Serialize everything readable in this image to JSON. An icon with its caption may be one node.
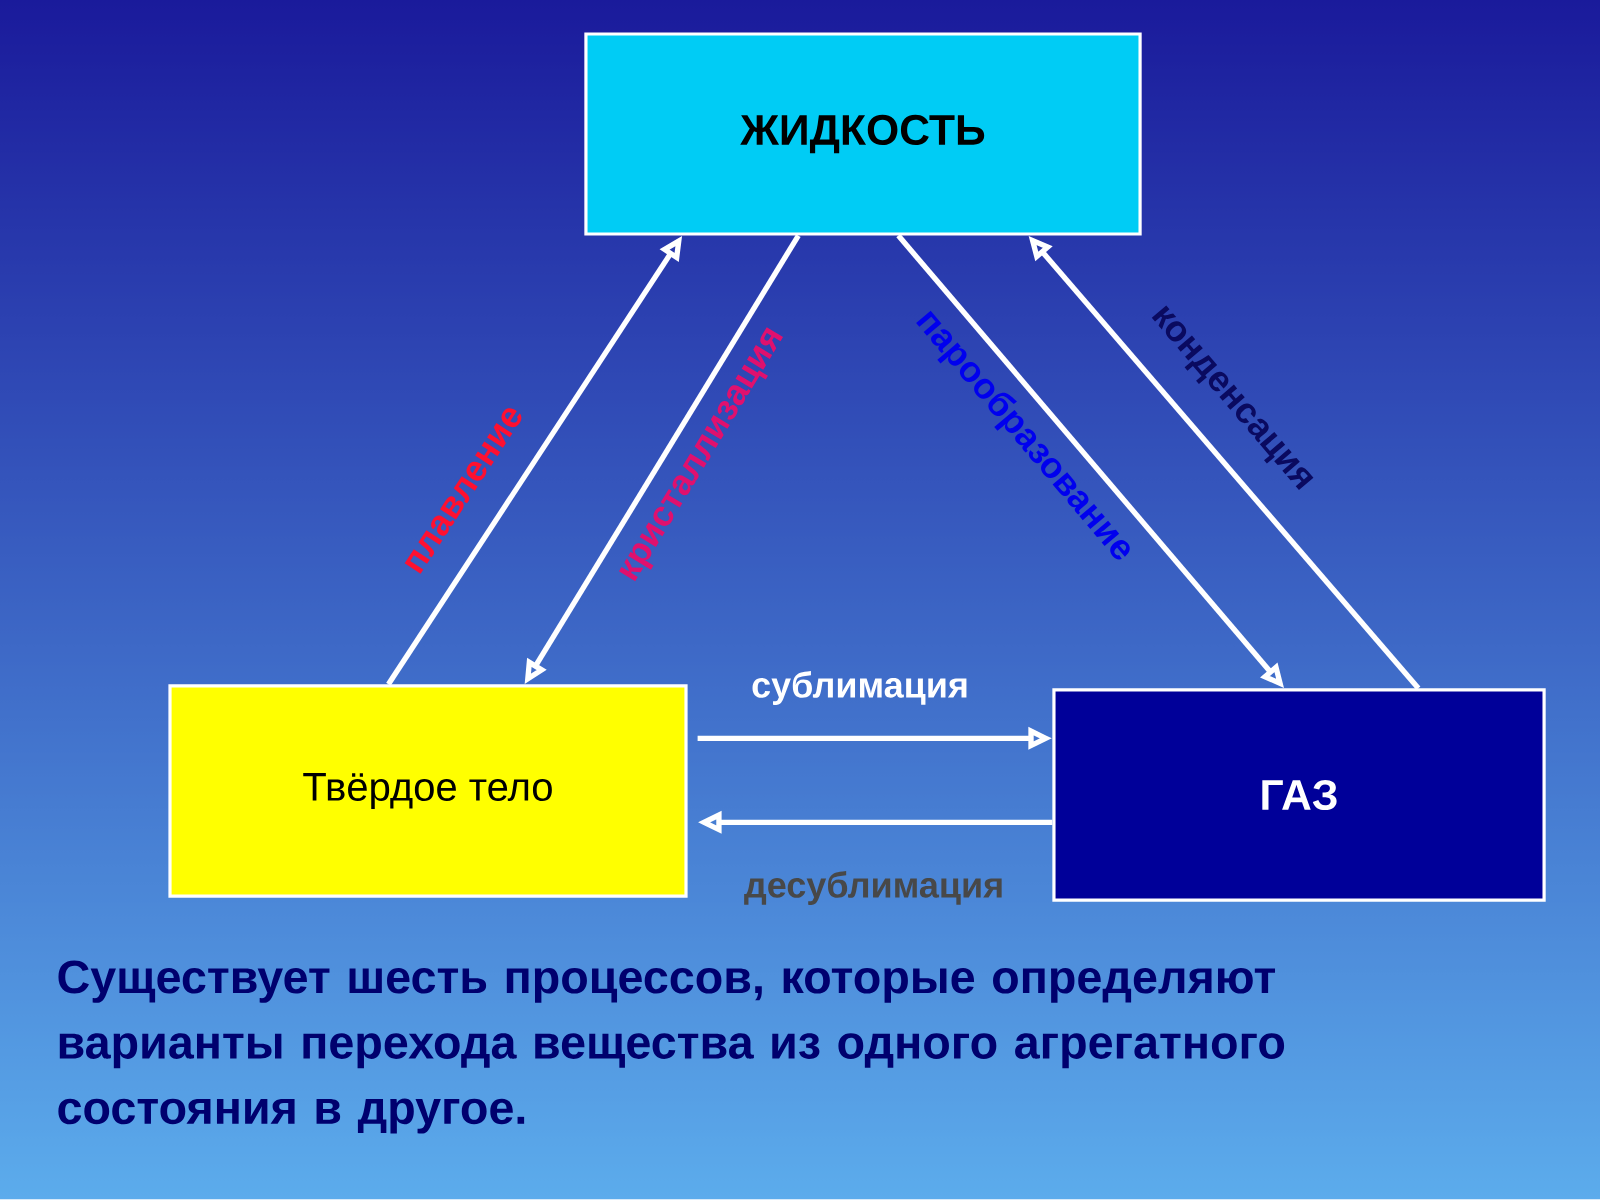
{
  "diagram": {
    "nodes": [
      {
        "text": [
          "ЖИДКОСТЬ"
        ]
      },
      {
        "text": [
          "Твёрдое тело"
        ]
      },
      {
        "text": [
          "ГАЗ"
        ]
      }
    ],
    "edges": [
      {
        "from": 1,
        "to": 0,
        "arrow": "to",
        "label": "плавление"
      },
      {
        "from": 0,
        "to": 1,
        "arrow": "to",
        "label": "кристаллизация"
      },
      {
        "from": 0,
        "to": 2,
        "arrow": "to",
        "label": "парообразование"
      },
      {
        "from": 2,
        "to": 0,
        "arrow": "to",
        "label": "конденсация"
      },
      {
        "from": 1,
        "to": 2,
        "arrow": "to",
        "label": "сублимация"
      },
      {
        "from": 2,
        "to": 1,
        "arrow": "to",
        "label": "десублимация"
      }
    ],
    "labels": [
      "Существует шесть процессов, которые определяют варианты перехода вещества из одного агрегатного состояния в другое."
    ]
  }
}
